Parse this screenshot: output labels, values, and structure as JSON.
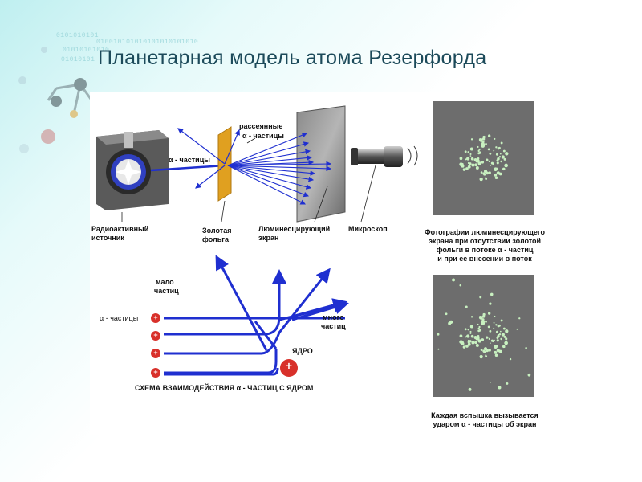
{
  "slide": {
    "title": "Планетарная модель атома Резерфорда",
    "binary_lines": [
      "01010101010",
      "010010101010101010101010",
      "0101010101",
      "01010101"
    ]
  },
  "diagram": {
    "top": {
      "alpha_label": "α - частицы",
      "scattered_label_1": "рассеянные",
      "scattered_label_2": "α - частицы",
      "source_label_1": "Радиоактивный",
      "source_label_2": "источник",
      "foil_label_1": "Золотая",
      "foil_label_2": "фольга",
      "screen_label_1": "Люминесцирующий",
      "screen_label_2": "экран",
      "microscope_label": "Микроскоп"
    },
    "bottom": {
      "few_label_1": "мало",
      "few_label_2": "частиц",
      "alpha_label": "α - частицы",
      "many_label_1": "много",
      "many_label_2": "частиц",
      "nucleus_label": "ЯДРО",
      "caption": "СХЕМА ВЗАИМОДЕЙСТВИЯ α - ЧАСТИЦ С ЯДРОМ",
      "plus_sign": "+"
    },
    "photos": {
      "caption_top_1": "Фотографии люминесцирующего",
      "caption_top_2": "экрана при отсутствии золотой",
      "caption_top_3": "фольги в потоке α - частиц",
      "caption_top_4": "и при ее внесении в поток",
      "caption_bottom_1": "Каждая вспышка вызывается",
      "caption_bottom_2": "ударом α - частицы об экран"
    },
    "colors": {
      "beam": "#1f2fd0",
      "foil": "#e0a020",
      "plus": "#d8302a",
      "title": "#1c4a5a"
    }
  }
}
